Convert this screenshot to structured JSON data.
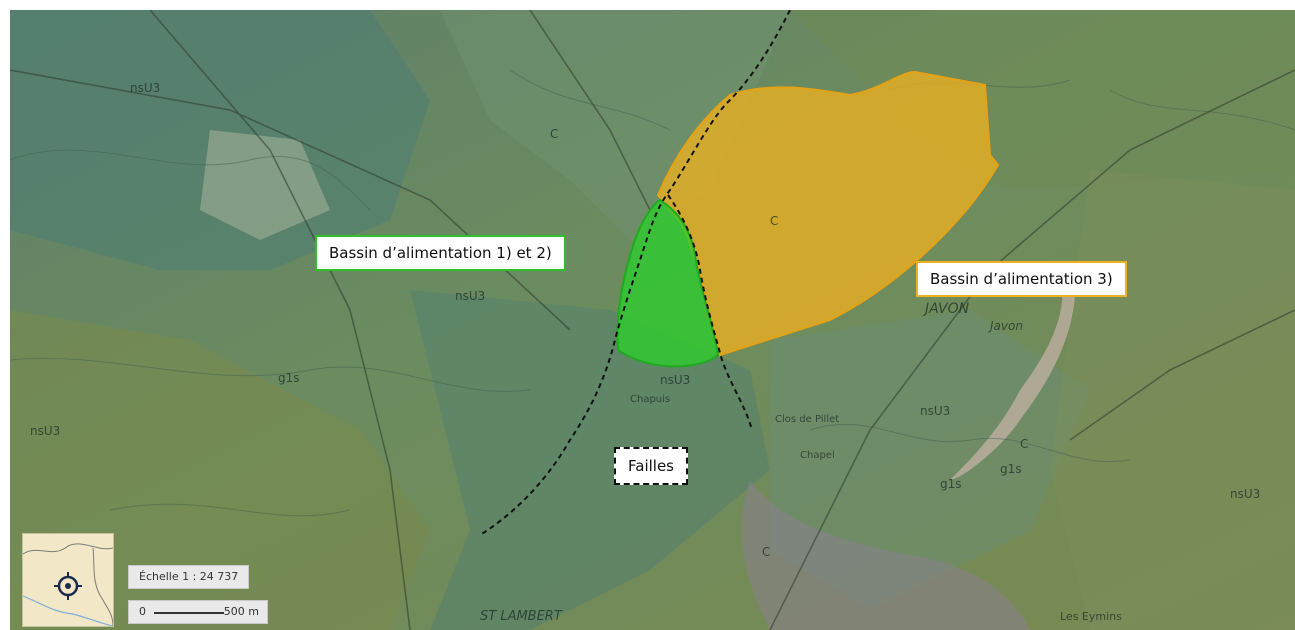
{
  "map": {
    "callouts": {
      "basin_1_2": "Bassin d’alimentation 1) et 2)",
      "basin_3": "Bassin d’alimentation 3)",
      "faults": "Failles"
    },
    "colors": {
      "basin_1_2_fill": "#2ecc2e",
      "basin_1_2_stroke": "#1faa1f",
      "basin_3_fill": "#f2b21e",
      "basin_3_stroke": "#e6a215",
      "fault_line": "#111111"
    },
    "geology_labels": [
      "nsU3",
      "nsU3",
      "nsU3",
      "nsU3",
      "nsU3",
      "g1s",
      "g1s",
      "g1s",
      "C",
      "C",
      "C",
      "C",
      "nsU3",
      "JAVON",
      "Javon",
      "Chapuis",
      "Chapel",
      "Clos de Pillet",
      "Les Eymins",
      "ST LAMBERT"
    ],
    "icons": {
      "locator": "crosshair-target-icon"
    },
    "scale": {
      "ratio_label": "Échelle 1 : 24 737",
      "bar_start": "0",
      "bar_end": "500 m"
    }
  }
}
